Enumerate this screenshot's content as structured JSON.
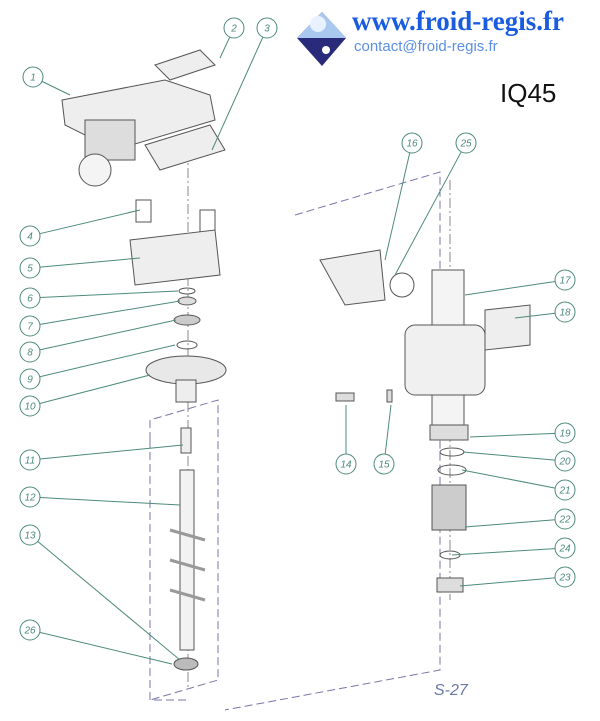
{
  "header": {
    "website": "www.froid-regis.fr",
    "email": "contact@froid-regis.fr",
    "model": "IQ45",
    "logo": "snowflake-diamond-logo"
  },
  "sheet_code": "S-27",
  "callouts": [
    "1",
    "2",
    "3",
    "4",
    "5",
    "6",
    "7",
    "8",
    "9",
    "10",
    "11",
    "12",
    "13",
    "26",
    "16",
    "25",
    "17",
    "18",
    "19",
    "20",
    "21",
    "22",
    "24",
    "23",
    "14",
    "15"
  ]
}
